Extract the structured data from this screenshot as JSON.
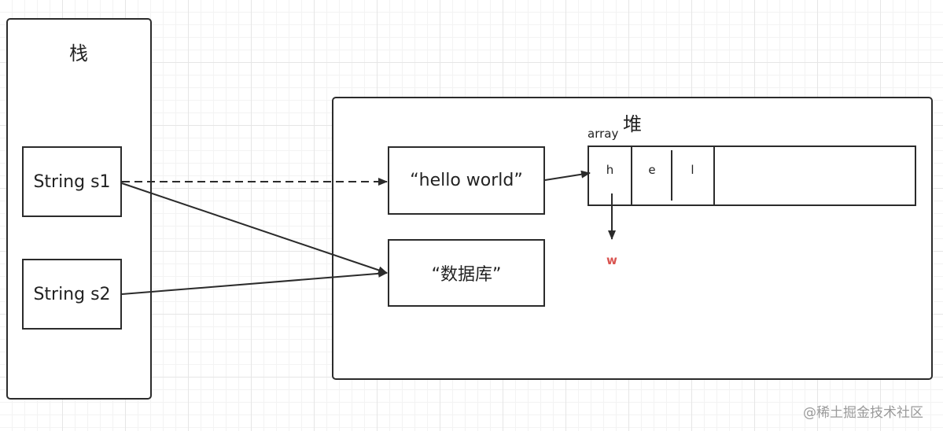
{
  "stack": {
    "title": "栈",
    "s1_label": "String s1",
    "s2_label": "String s2"
  },
  "heap": {
    "title": "堆",
    "hello_literal": "“hello world”",
    "db_literal": "“数据库”",
    "array_label": "array",
    "array_cells": [
      "h",
      "e",
      "l"
    ],
    "replacement_char": "w"
  },
  "watermark": "@稀土掘金技术社区",
  "colors": {
    "stroke": "#2b2b2b",
    "replacement": "#d9534f",
    "grid_major": "#e6e6e6",
    "grid_minor": "#f3f3f3",
    "watermark": "#9a9a9a"
  }
}
